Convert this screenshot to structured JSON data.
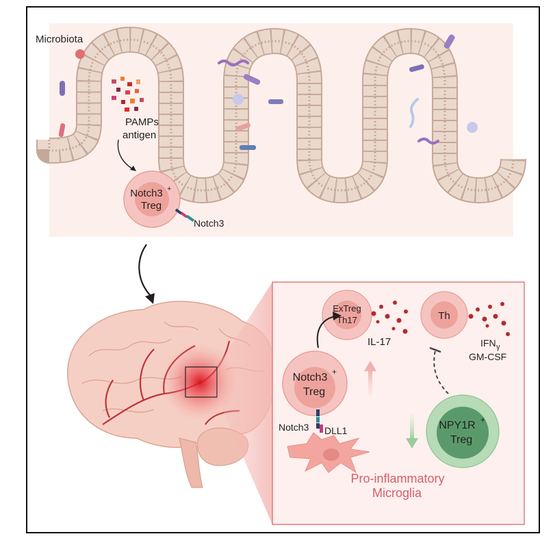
{
  "labels": {
    "microbiota": "Microbiota",
    "pamps": "PAMPs",
    "antigen": "antigen",
    "notch3_treg_gut_name": "Notch3",
    "notch3_treg_gut_sup": "+",
    "notch3_treg_gut_type": "Treg",
    "notch3_receptor_gut": "Notch3",
    "extreg_line1": "ExTreg",
    "extreg_line2": "Th17",
    "il17": "IL-17",
    "th": "Th",
    "ifn": "IFN",
    "ifn_sub": "γ",
    "gmcsf": "GM-CSF",
    "notch3_treg_brain_name": "Notch3",
    "notch3_treg_brain_sup": "+",
    "notch3_treg_brain_type": "Treg",
    "notch3_receptor_brain": "Notch3",
    "dll1": "DLL1",
    "npy1r_name": "NPY1R",
    "npy1r_sup": "+",
    "npy1r_type": "Treg",
    "microglia_line1": "Pro-inflammatory",
    "microglia_line2": "Microglia"
  },
  "colors": {
    "treg_fill": "#f5c4c0",
    "treg_inner": "#eea29c",
    "npy1r_outer": "#b6dbb6",
    "npy1r_inner": "#5a9a6a",
    "microglia": "#f3a6a0",
    "microglia_text": "#d4606a",
    "gut_cell": "#ead8cc",
    "brain": "#f6cfc4",
    "cytokine": "#b52a2a"
  }
}
